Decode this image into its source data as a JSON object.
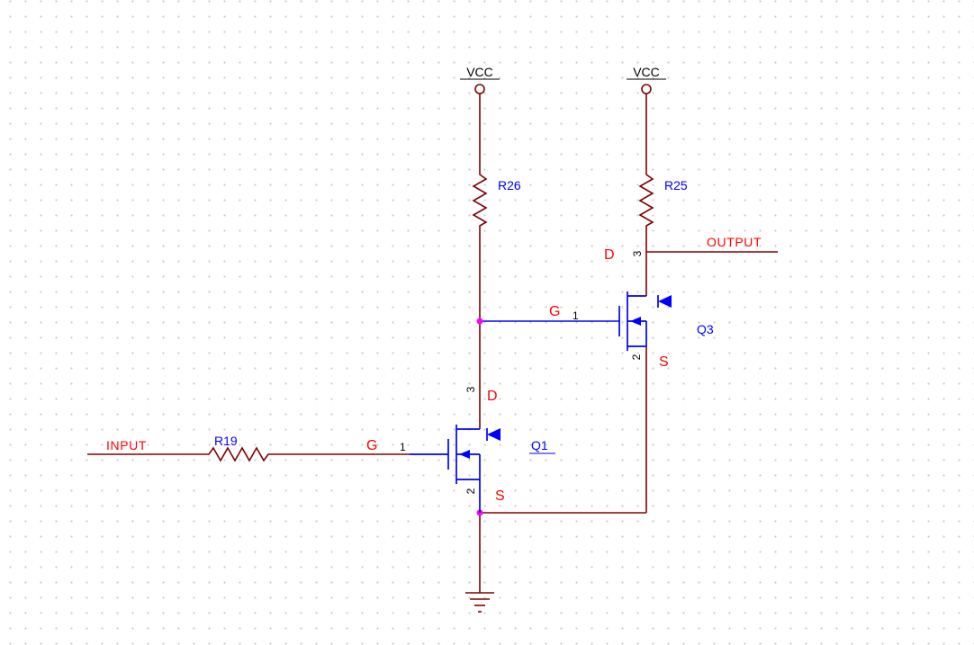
{
  "schematic": {
    "power_ports": {
      "vcc1": "VCC",
      "vcc2": "VCC"
    },
    "net_labels": {
      "input": "INPUT",
      "output": "OUTPUT"
    },
    "resistors": {
      "r19": "R19",
      "r26": "R26",
      "r25": "R25"
    },
    "transistors": {
      "q1": {
        "ref": "Q1",
        "pin_names": {
          "drain": "D",
          "gate": "G",
          "source": "S"
        },
        "pin_numbers": {
          "drain": "3",
          "gate": "1",
          "source": "2"
        }
      },
      "q3": {
        "ref": "Q3",
        "pin_names": {
          "drain": "D",
          "gate": "G",
          "source": "S"
        },
        "pin_numbers": {
          "drain": "3",
          "gate": "1",
          "source": "2"
        }
      }
    },
    "colors": {
      "wire": "#800000",
      "component_symbol": "#0000ff",
      "pin_name_label": "#ff0000",
      "designator": "#0000ff",
      "net_label": "#ff0000",
      "pin_number": "#000000",
      "junction_dot": "#ff00ff",
      "grid_dot": "#c9c9c9",
      "background": "#ffffff"
    }
  }
}
